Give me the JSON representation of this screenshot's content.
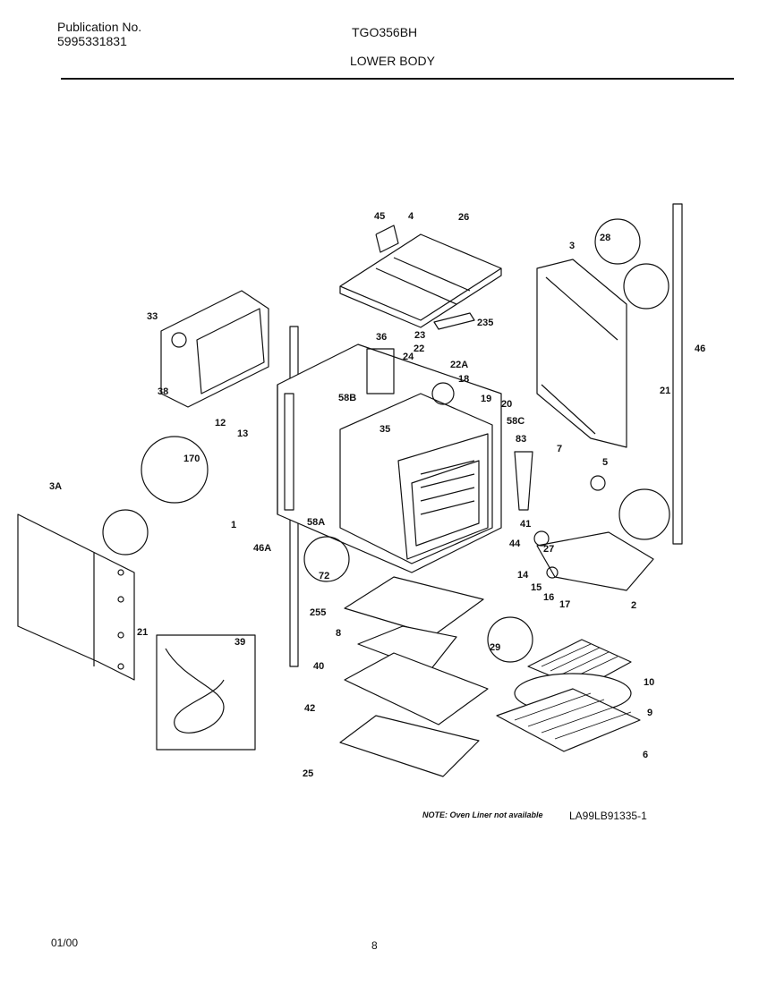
{
  "header": {
    "pub_label": "Publication No.",
    "pub_number": "5995331831",
    "model": "TGO356BH",
    "section": "LOWER BODY"
  },
  "labels": [
    "45",
    "4",
    "26",
    "3",
    "28",
    "33",
    "23",
    "235",
    "36",
    "22",
    "24",
    "22A",
    "18",
    "19",
    "20",
    "58C",
    "83",
    "7",
    "58B",
    "38",
    "12",
    "13",
    "35",
    "46",
    "21",
    "170",
    "1",
    "5",
    "3A",
    "58A",
    "41",
    "44",
    "27",
    "14",
    "15",
    "16",
    "17",
    "2",
    "46A",
    "72",
    "21",
    "255",
    "8",
    "29",
    "39",
    "40",
    "10",
    "9",
    "42",
    "6",
    "25"
  ],
  "note": "NOTE: Oven Liner not available",
  "drawing_code": "LA99LB91335-1",
  "footer": {
    "date": "01/00",
    "page": "8"
  }
}
